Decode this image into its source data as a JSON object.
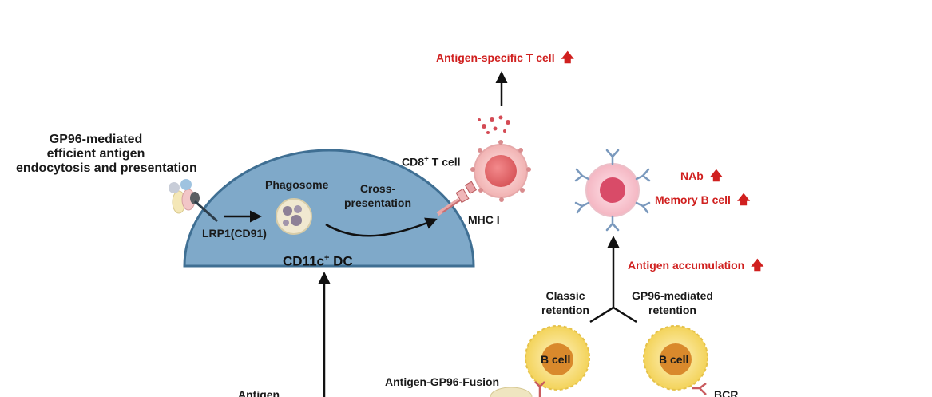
{
  "colors": {
    "dc_fill": "#7fa9c9",
    "dc_stroke": "#3f6f93",
    "highlight_red": "#d0201f",
    "b_cell_fill": "#f3d35a",
    "b_cell_nucleus": "#d9892c",
    "t_cell_fill": "#f1b2b2",
    "t_cell_nucleus": "#d9585c",
    "memory_b_fill": "#f4b6c2",
    "memory_b_nucleus": "#d94b68",
    "antibody": "#7a99bd"
  },
  "icons": [
    "up-arrow-icon",
    "antigen-cluster-icon",
    "phagosome-icon",
    "t-cell-icon",
    "b-cell-icon",
    "antibody-icon"
  ],
  "labels": {
    "gp96_uptake_line1": "GP96-mediated",
    "gp96_uptake_line2": "efficient antigen",
    "gp96_uptake_line3": "endocytosis and presentation",
    "phagosome": "Phagosome",
    "lrp1": "LRP1(CD91)",
    "cross_line1": "Cross-",
    "cross_line2": "presentation",
    "dc_name": "CD11c",
    "dc_sup": "+",
    "dc_suffix": " DC",
    "cd8_name": "CD8",
    "cd8_sup": "+",
    "cd8_suffix": " T cell",
    "mhc": "MHC I",
    "antigen_t_cell": "Antigen-specific T cell",
    "nab": "NAb",
    "memory_b": "Memory B cell",
    "antigen_accumulation": "Antigen accumulation",
    "classic_line1": "Classic",
    "classic_line2": "retention",
    "gp96_retention_line1": "GP96-mediated",
    "gp96_retention_line2": "retention",
    "b_cell_left": "B cell",
    "b_cell_right": "B cell",
    "fusion": "Antigen-GP96-Fusion",
    "antigen_bottom": "Antigen",
    "bcr": "BCR"
  }
}
